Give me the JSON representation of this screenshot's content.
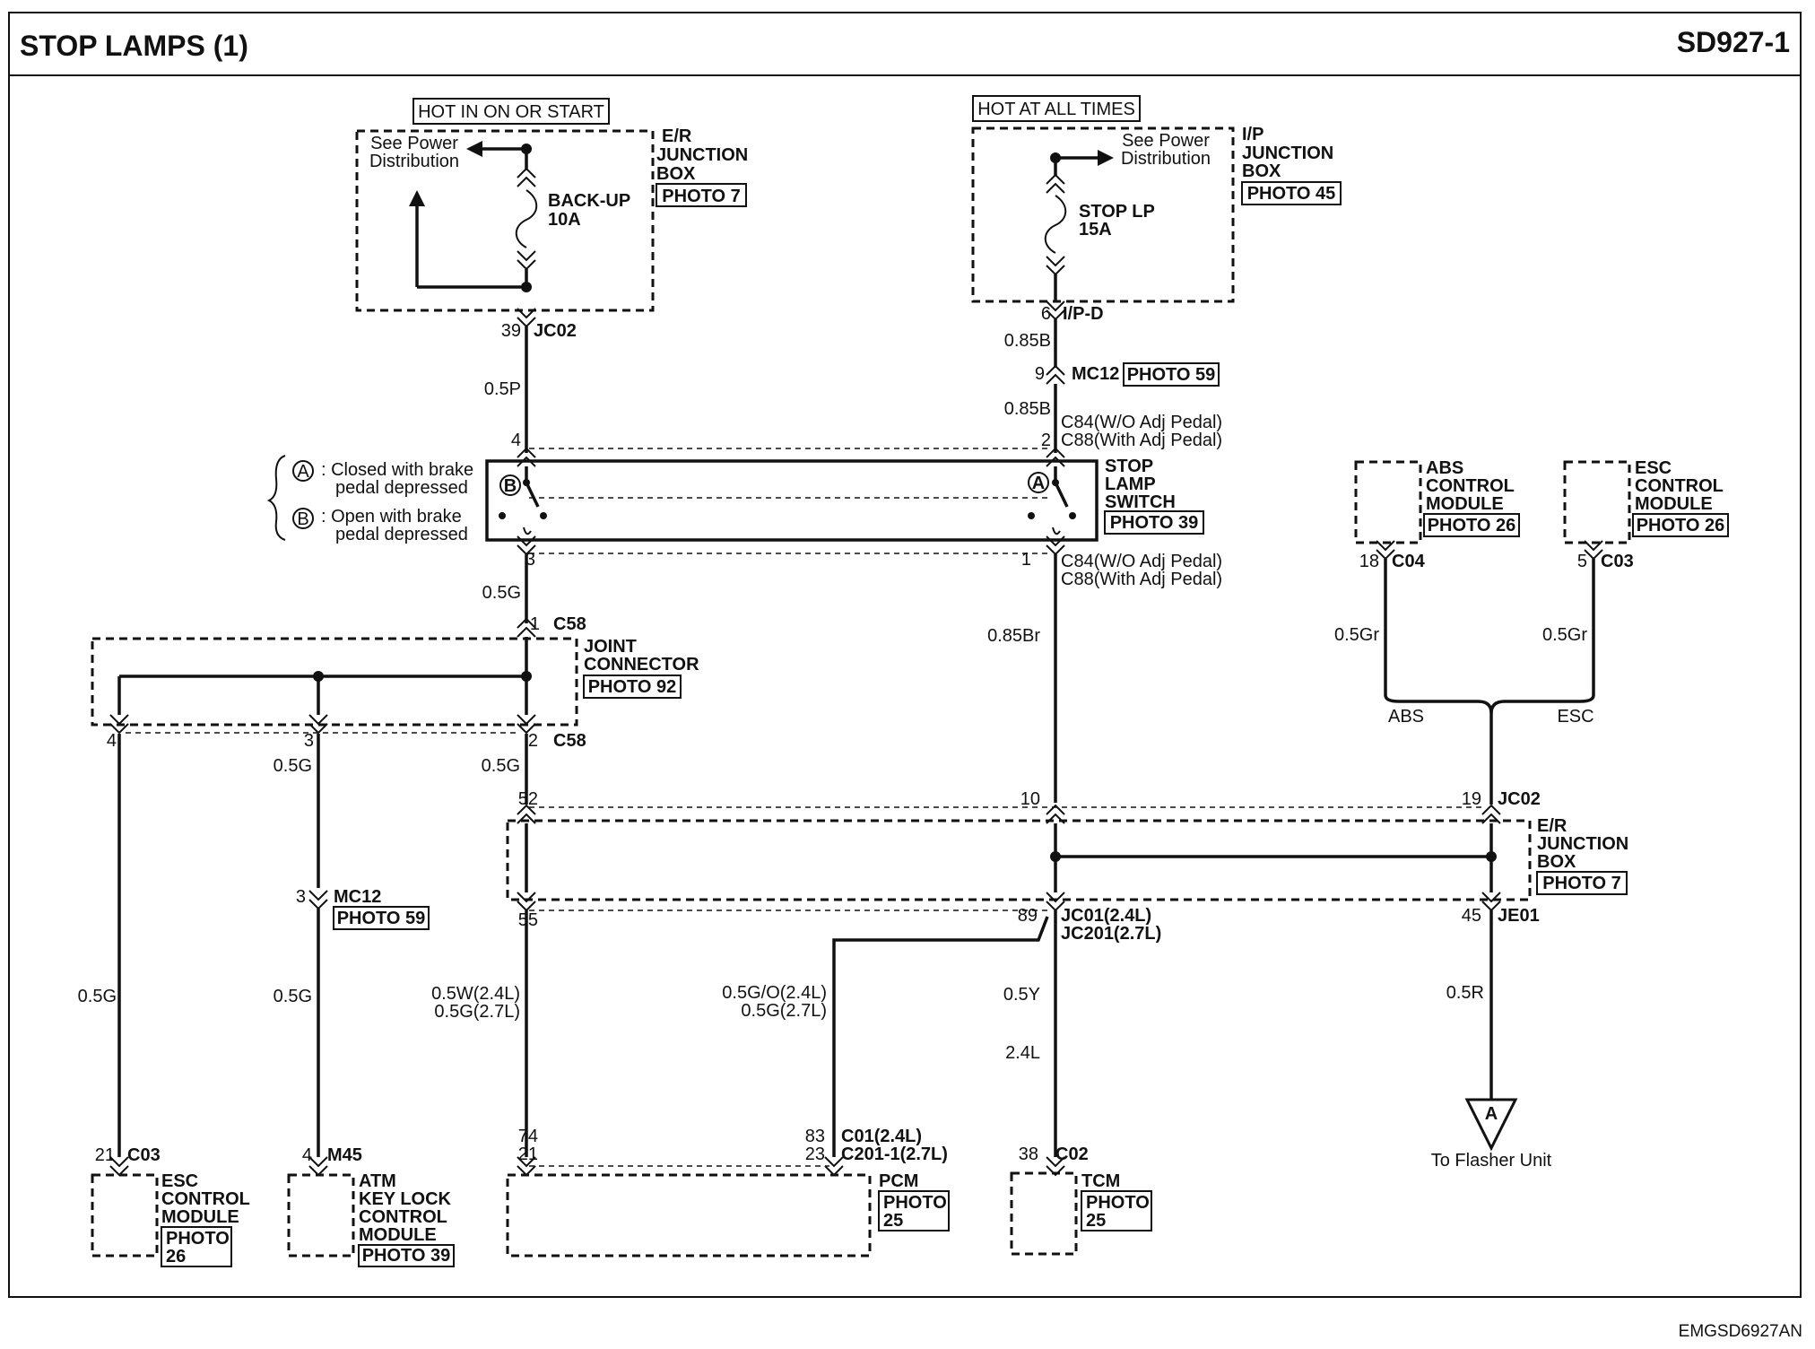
{
  "header": {
    "title": "STOP LAMPS (1)",
    "code": "SD927-1"
  },
  "footer_code": "EMGSD6927AN",
  "power": {
    "hot_on_start": "HOT IN ON OR START",
    "hot_all_times": "HOT AT ALL TIMES",
    "see_power_1": "See Power",
    "see_power_2": "Distribution",
    "fuse_backup_1": "BACK-UP",
    "fuse_backup_2": "10A",
    "fuse_stop_1": "STOP LP",
    "fuse_stop_2": "15A"
  },
  "er_box": {
    "l1": "E/R",
    "l2": "JUNCTION",
    "l3": "BOX",
    "photo": "PHOTO 7"
  },
  "ip_box": {
    "l1": "I/P",
    "l2": "JUNCTION",
    "l3": "BOX",
    "photo": "PHOTO 45"
  },
  "connectors": {
    "jc02": "JC02",
    "ipd": "I/P-D",
    "mc12": "MC12",
    "c58": "C58",
    "c04": "C04",
    "c03": "C03",
    "c84_wo": "C84(W/O Adj Pedal)",
    "c88_with": "C88(With Adj Pedal)",
    "jc01": "JC01(2.4L)",
    "jc201": "JC201(2.7L)",
    "je01": "JE01",
    "m45": "M45",
    "c01": "C01(2.4L)",
    "c2011": "C201-1(2.7L)",
    "c02": "C02"
  },
  "wires": {
    "p05": "0.5P",
    "b085": "0.85B",
    "g05": "0.5G",
    "br085": "0.85Br",
    "gr05": "0.5Gr",
    "w05_24": "0.5W(2.4L)",
    "g05_27": "0.5G(2.7L)",
    "go05_24": "0.5G/O(2.4L)",
    "y05": "0.5Y",
    "l24": "2.4L",
    "r05": "0.5R"
  },
  "pins": {
    "p39": "39",
    "p6": "6",
    "p9": "9",
    "p4": "4",
    "p2": "2",
    "p3": "3",
    "p1": "1",
    "p18": "18",
    "p5": "5",
    "p52": "52",
    "p10": "10",
    "p19": "19",
    "p55": "55",
    "p89": "89",
    "p45": "45",
    "p21": "21",
    "p74": "74",
    "p83": "83",
    "p23": "23",
    "p38": "38"
  },
  "switch": {
    "a_letter": "A",
    "b_letter": "B",
    "legend_a_1": ": Closed with brake",
    "legend_a_2": "pedal depressed",
    "legend_b_1": ": Open with brake",
    "legend_b_2": "pedal depressed",
    "name_1": "STOP",
    "name_2": "LAMP",
    "name_3": "SWITCH",
    "photo": "PHOTO 39"
  },
  "joint": {
    "l1": "JOINT",
    "l2": "CONNECTOR",
    "photo": "PHOTO 92"
  },
  "mc12_photo": "PHOTO 59",
  "modules": {
    "abs_1": "ABS",
    "abs_2": "CONTROL",
    "abs_3": "MODULE",
    "abs_photo": "PHOTO 26",
    "esc_1": "ESC",
    "esc_2": "CONTROL",
    "esc_3": "MODULE",
    "esc_photo": "PHOTO 26",
    "abs_branch": "ABS",
    "esc_branch": "ESC",
    "esc_b_1": "ESC",
    "esc_b_2": "CONTROL",
    "esc_b_3": "MODULE",
    "esc_b_photo_1": "PHOTO",
    "esc_b_photo_2": "26",
    "atm_1": "ATM",
    "atm_2": "KEY LOCK",
    "atm_3": "CONTROL",
    "atm_4": "MODULE",
    "atm_photo": "PHOTO 39",
    "pcm": "PCM",
    "pcm_photo_1": "PHOTO",
    "pcm_photo_2": "25",
    "tcm": "TCM",
    "tcm_photo_1": "PHOTO",
    "tcm_photo_2": "25"
  },
  "flasher": {
    "letter": "A",
    "label": "To Flasher Unit"
  }
}
